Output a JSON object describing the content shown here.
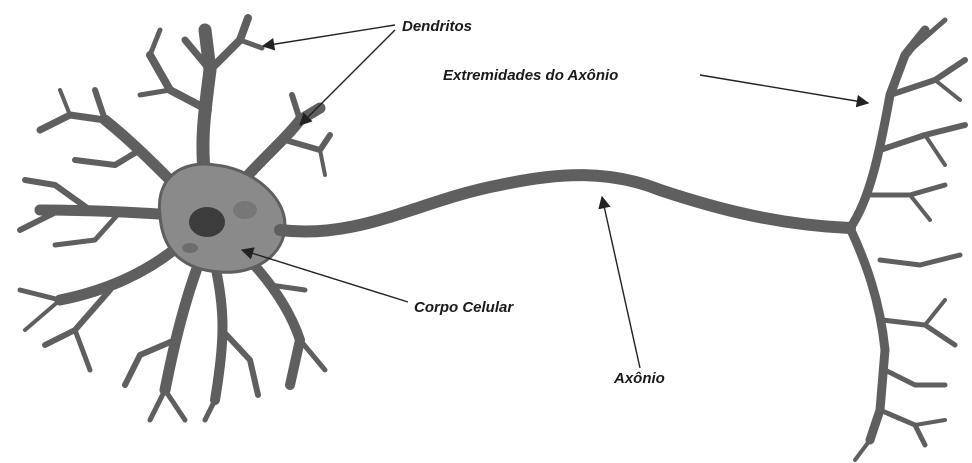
{
  "labels": {
    "dendrites": "Dendritos",
    "axon_terminals": "Extremidades do Axônio",
    "cell_body": "Corpo Celular",
    "axon": "Axônio"
  },
  "colors": {
    "neuron": "#5f5f5f",
    "soma": "#8a8a8a",
    "nucleus": "#3c3c3c",
    "arrow": "#222222",
    "background": "#ffffff"
  }
}
